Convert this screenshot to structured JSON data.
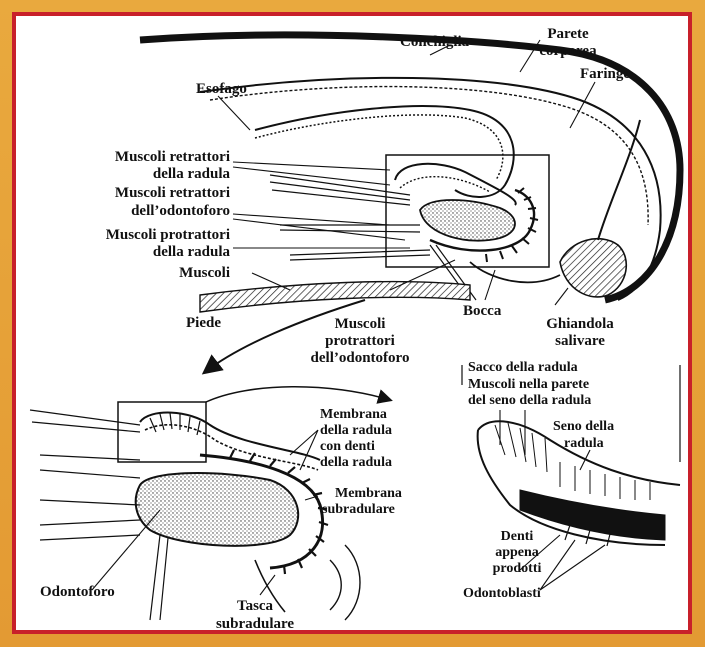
{
  "labels": {
    "conchiglia": "Conchiglia",
    "parete_1": "Parete",
    "parete_2": "corporea",
    "faringe": "Faringe",
    "esofago": "Esofago",
    "mrr_1": "Muscoli retrattori",
    "mrr_2": "della radula",
    "mro_1": "Muscoli retrattori",
    "mro_2": "dell’odontoforo",
    "mpr_1": "Muscoli protrattori",
    "mpr_2": "della radula",
    "muscoli": "Muscoli",
    "piede": "Piede",
    "mpo_1": "Muscoli",
    "mpo_2": "protrattori",
    "mpo_3": "dell’odontoforo",
    "bocca": "Bocca",
    "ghiandola_1": "Ghiandola",
    "ghiandola_2": "salivare",
    "sacco": "Sacco della radula",
    "mnp_1": "Muscoli nella parete",
    "mnp_2": "del seno della radula",
    "seno_1": "Seno della",
    "seno_2": "radula",
    "membrana_1": "Membrana",
    "membrana_2": "della radula",
    "membrana_3": "con denti",
    "membrana_4": "della radula",
    "subrad_1": "Membrana",
    "subrad_2": "subradulare",
    "denti_1": "Denti",
    "denti_2": "appena",
    "denti_3": "prodotti",
    "odontoblasti": "Odontoblasti",
    "odontoforo": "Odontoforo",
    "tasca_1": "Tasca",
    "tasca_2": "subradulare"
  },
  "colors": {
    "frame": "#e8a53a",
    "border": "#c8202a",
    "ink": "#111111"
  }
}
